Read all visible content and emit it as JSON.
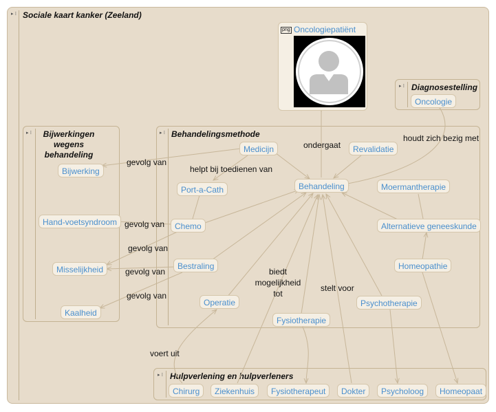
{
  "map_title": "Sociale kaart kanker (Zeeland)",
  "panels": {
    "bijwerkingen_title": "Bijwerkingen wegens behandeling",
    "behandelingsmethode_title": "Behandelingsmethode",
    "diagnosestelling_title": "Diagnosestelling",
    "hulpverlening_title": "Hulpverlening en hulpverleners"
  },
  "image_card": {
    "badge": "png",
    "label": "Oncologiepatiënt",
    "image_name": "person-placeholder-icon"
  },
  "nodes": {
    "oncologie": "Oncologie",
    "bijwerking": "Bijwerking",
    "hand_voet": "Hand-voetsyndroom",
    "misselijkheid": "Misselijkheid",
    "kaalheid": "Kaalheid",
    "medicijn": "Medicijn",
    "revalidatie": "Revalidatie",
    "port_a_cath": "Port-a-Cath",
    "behandeling": "Behandeling",
    "moermantherapie": "Moermantherapie",
    "chemo": "Chemo",
    "alternatieve": "Alternatieve geneeskunde",
    "bestraling": "Bestraling",
    "homeopathie": "Homeopathie",
    "operatie": "Operatie",
    "psychotherapie": "Psychotherapie",
    "fysiotherapie": "Fysiotherapie",
    "chirurg": "Chirurg",
    "ziekenhuis": "Ziekenhuis",
    "fysiotherapeut": "Fysiotherapeut",
    "dokter": "Dokter",
    "psycholoog": "Psycholoog",
    "homeopaat": "Homeopaat"
  },
  "link_labels": {
    "ondergaat": "ondergaat",
    "houdt_zich": "houdt zich bezig met",
    "gevolg_van_1": "gevolg van",
    "helpt_bij": "helpt bij toedienen van",
    "gevolg_van_2": "gevolg van",
    "gevolg_van_3": "gevolg van",
    "gevolg_van_4": "gevolg van",
    "gevolg_van_5": "gevolg van",
    "biedt": "biedt mogelijkheid tot",
    "stelt_voor": "stelt voor",
    "voert_uit": "voert uit"
  },
  "colors": {
    "background": "#e7dccb",
    "node_text": "#4a8fcd",
    "link": "#c7b699"
  }
}
